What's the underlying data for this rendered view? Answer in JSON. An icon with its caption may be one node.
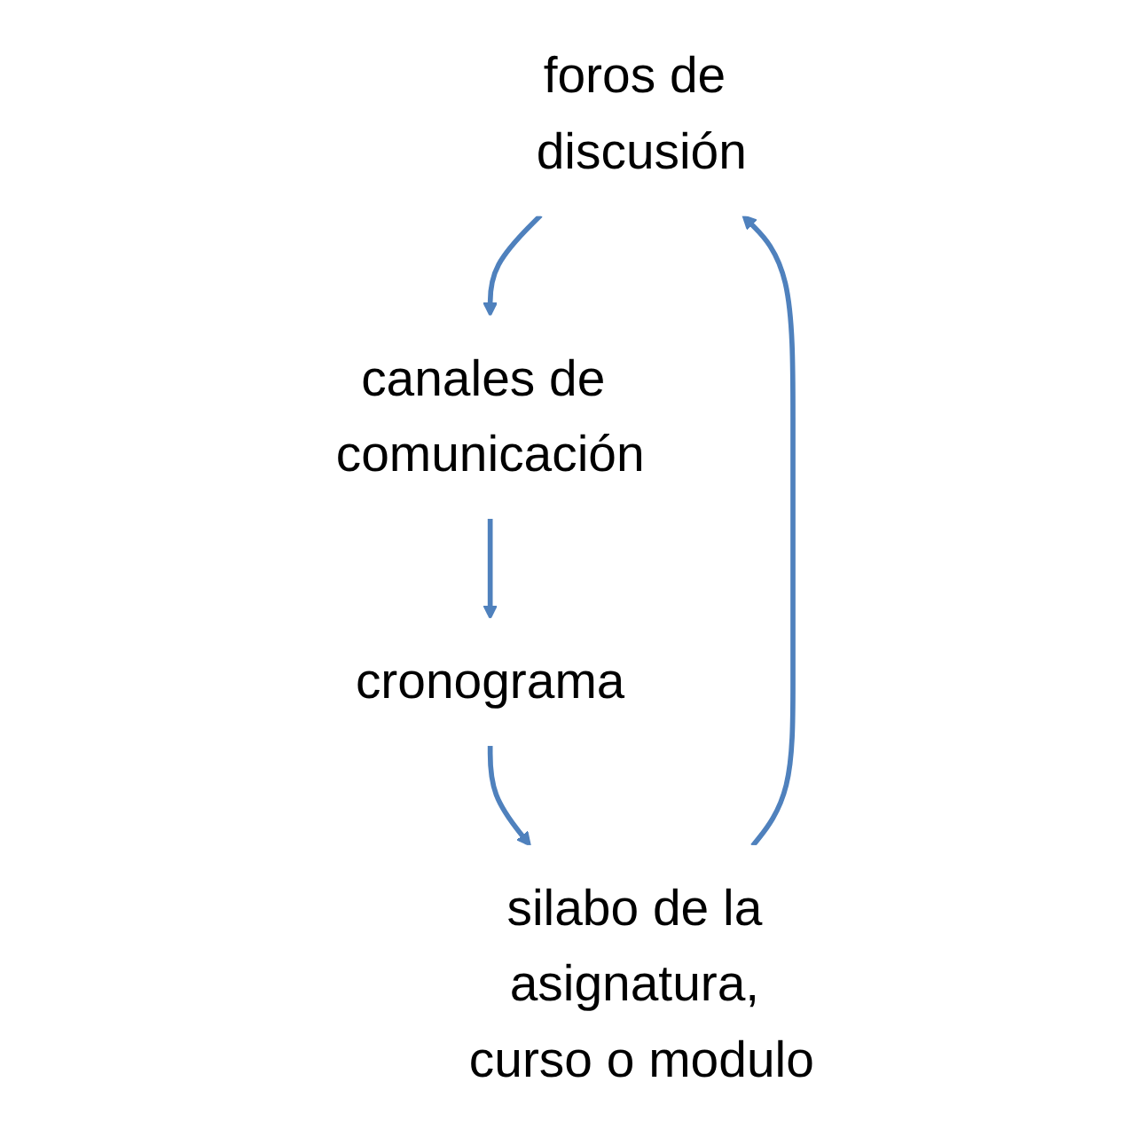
{
  "diagram": {
    "nodes": [
      {
        "text": [
          "foros de discusión"
        ]
      },
      {
        "text": [
          "canales de comunicación"
        ]
      },
      {
        "text": [
          "cronograma"
        ]
      },
      {
        "text": [
          "silabo de la asignatura, curso o modulo"
        ]
      }
    ],
    "edges": [
      {
        "from": 0,
        "to": 1,
        "arrow": "to"
      },
      {
        "from": 1,
        "to": 2,
        "arrow": "to"
      },
      {
        "from": 2,
        "to": 3,
        "arrow": "to"
      },
      {
        "from": 3,
        "to": 0,
        "arrow": "to"
      }
    ]
  }
}
